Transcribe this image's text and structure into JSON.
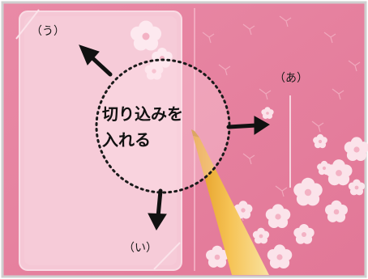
{
  "labels": {
    "a": "（あ）",
    "i": "（い）",
    "u": "（う）"
  },
  "center_text": {
    "line1": "切り込みを",
    "line2": "入れる"
  },
  "colors": {
    "background": "#ea8aa6",
    "panel": "#f6c4d3",
    "border": "#d8d8d8",
    "arrow": "#111111",
    "pencil": "#f2b53a"
  }
}
